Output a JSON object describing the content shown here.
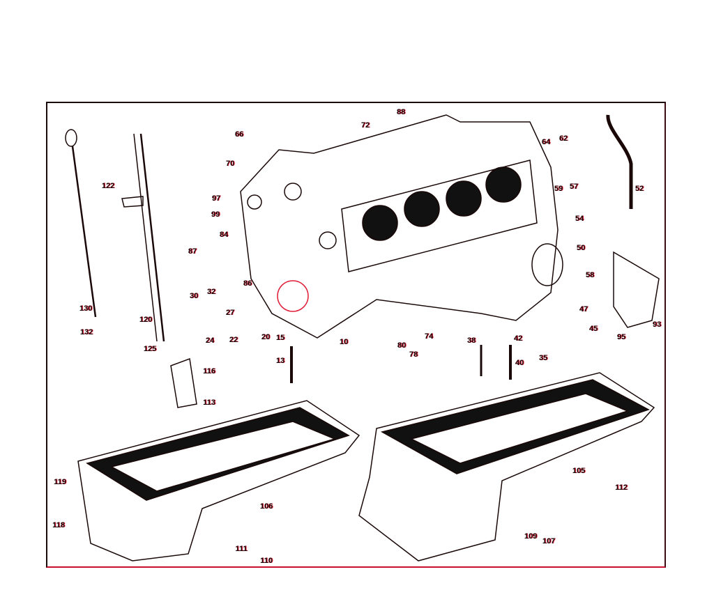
{
  "colors": {
    "ink": "#1a0808",
    "accent": "#e0203a",
    "frame_bottom": "#c8102e"
  },
  "labels": [
    {
      "id": "88",
      "t": "88"
    },
    {
      "id": "72",
      "t": "72"
    },
    {
      "id": "66",
      "t": "66"
    },
    {
      "id": "70",
      "t": "70"
    },
    {
      "id": "64",
      "t": "64"
    },
    {
      "id": "62",
      "t": "62"
    },
    {
      "id": "122",
      "t": "122"
    },
    {
      "id": "97",
      "t": "97"
    },
    {
      "id": "99",
      "t": "99"
    },
    {
      "id": "59",
      "t": "59"
    },
    {
      "id": "57",
      "t": "57"
    },
    {
      "id": "52",
      "t": "52"
    },
    {
      "id": "54",
      "t": "54"
    },
    {
      "id": "84",
      "t": "84"
    },
    {
      "id": "50",
      "t": "50"
    },
    {
      "id": "87",
      "t": "87"
    },
    {
      "id": "86",
      "t": "86"
    },
    {
      "id": "58",
      "t": "58"
    },
    {
      "id": "130",
      "t": "130"
    },
    {
      "id": "30",
      "t": "30"
    },
    {
      "id": "32",
      "t": "32"
    },
    {
      "id": "27",
      "t": "27"
    },
    {
      "id": "47",
      "t": "47"
    },
    {
      "id": "93",
      "t": "93"
    },
    {
      "id": "120",
      "t": "120"
    },
    {
      "id": "45",
      "t": "45"
    },
    {
      "id": "132",
      "t": "132"
    },
    {
      "id": "24",
      "t": "24"
    },
    {
      "id": "22",
      "t": "22"
    },
    {
      "id": "20",
      "t": "20"
    },
    {
      "id": "15",
      "t": "15"
    },
    {
      "id": "10",
      "t": "10"
    },
    {
      "id": "80",
      "t": "80"
    },
    {
      "id": "74",
      "t": "74"
    },
    {
      "id": "78",
      "t": "78"
    },
    {
      "id": "38",
      "t": "38"
    },
    {
      "id": "42",
      "t": "42"
    },
    {
      "id": "95",
      "t": "95"
    },
    {
      "id": "125",
      "t": "125"
    },
    {
      "id": "35",
      "t": "35"
    },
    {
      "id": "40",
      "t": "40"
    },
    {
      "id": "13",
      "t": "13"
    },
    {
      "id": "116",
      "t": "116"
    },
    {
      "id": "113",
      "t": "113"
    },
    {
      "id": "105",
      "t": "105"
    },
    {
      "id": "119",
      "t": "119"
    },
    {
      "id": "112",
      "t": "112"
    },
    {
      "id": "106",
      "t": "106"
    },
    {
      "id": "118",
      "t": "118"
    },
    {
      "id": "109",
      "t": "109"
    },
    {
      "id": "107",
      "t": "107"
    },
    {
      "id": "111",
      "t": "111"
    },
    {
      "id": "110",
      "t": "110"
    }
  ]
}
